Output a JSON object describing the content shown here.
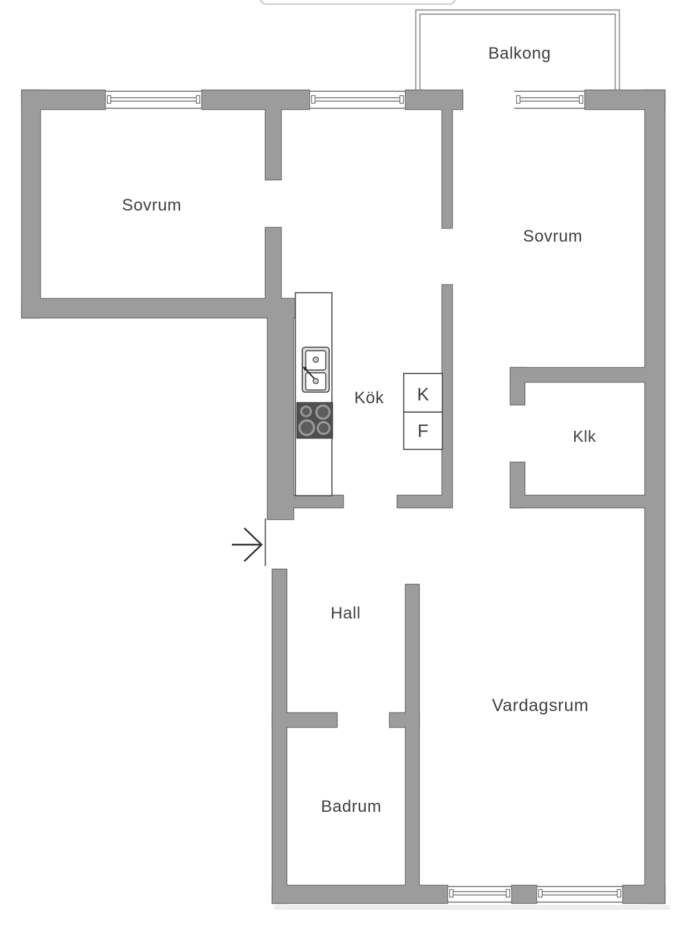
{
  "floorplan": {
    "rooms": [
      {
        "id": "balcony",
        "label": "Balkong"
      },
      {
        "id": "bedroom-left",
        "label": "Sovrum"
      },
      {
        "id": "bedroom-right",
        "label": "Sovrum"
      },
      {
        "id": "kitchen",
        "label": "Kök"
      },
      {
        "id": "closet",
        "label": "Klk"
      },
      {
        "id": "hall",
        "label": "Hall"
      },
      {
        "id": "living-room",
        "label": "Vardagsrum"
      },
      {
        "id": "bathroom",
        "label": "Badrum"
      }
    ],
    "appliances": [
      {
        "id": "fridge",
        "label": "K"
      },
      {
        "id": "freezer",
        "label": "F"
      }
    ],
    "icons": [
      {
        "name": "entrance-arrow-icon",
        "meaning": "apartment entrance direction"
      },
      {
        "name": "sink-icon",
        "meaning": "kitchen double sink"
      },
      {
        "name": "stove-icon",
        "meaning": "four burner stove"
      }
    ],
    "colors": {
      "wall_fill": "#9c9c9c",
      "wall_outline": "#6f6f6f",
      "floor": "#ffffff",
      "label_text": "#3f3f3f",
      "stove_fill": "#4f4f4f"
    }
  }
}
